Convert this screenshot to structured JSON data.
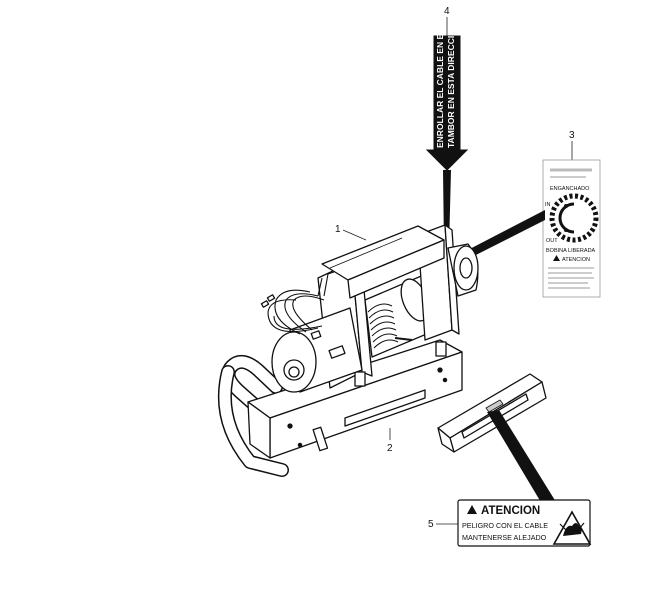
{
  "callouts": {
    "c1": "1",
    "c2": "2",
    "c3": "3",
    "c4": "4",
    "c5": "5"
  },
  "arrow_label": {
    "line1": "ENROLLAR EL CABLE EN EL",
    "line2": "TAMBOR EN ESTA DIRECCION"
  },
  "clutch_label": {
    "engaged": "ENGANCHADO",
    "in": "IN",
    "out": "OUT",
    "released": "BOBINA LIBERADA",
    "warning": "ATENCION"
  },
  "warning_label": {
    "title": "ATENCION",
    "line1": "PELIGRO CON EL CABLE",
    "line2": "MANTENERSE ALEJADO"
  },
  "icons": {
    "warning_triangle": "warning-triangle-icon",
    "hand_hazard": "hand-hazard-icon"
  }
}
